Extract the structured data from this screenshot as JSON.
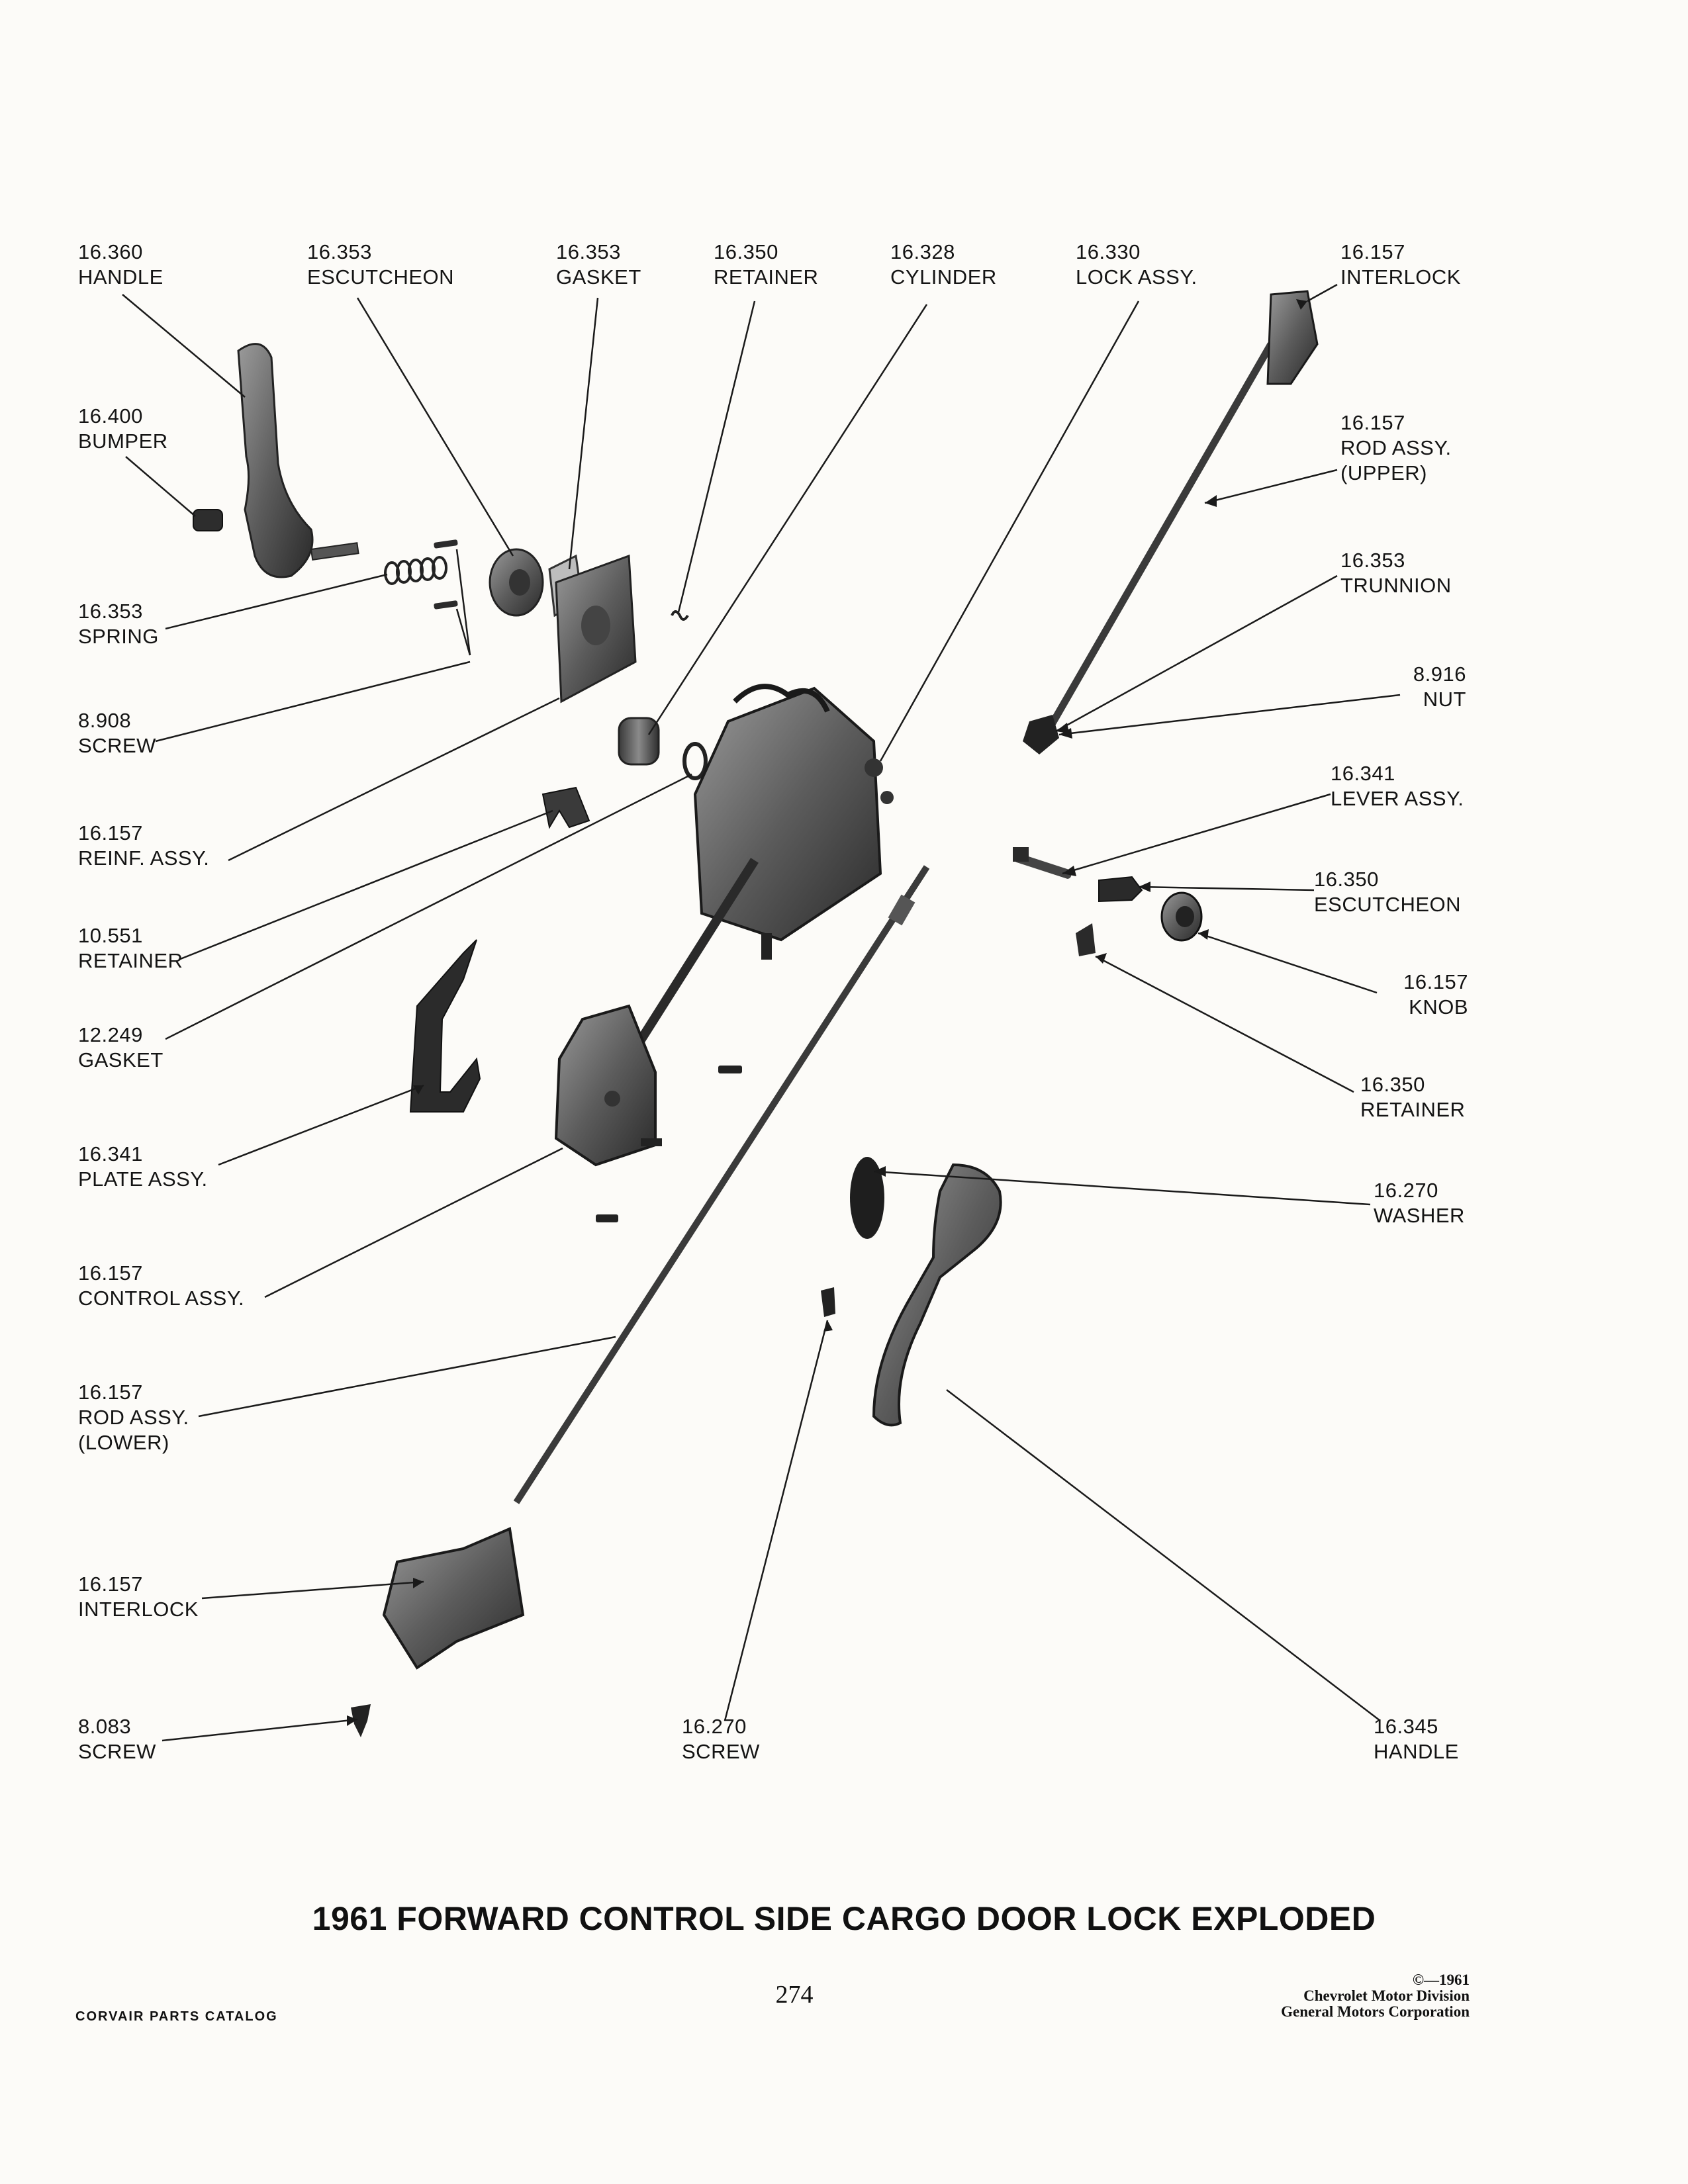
{
  "labels": [
    {
      "id": "handle-top",
      "num": "16.360",
      "name": "HANDLE"
    },
    {
      "id": "escutcheon-top",
      "num": "16.353",
      "name": "ESCUTCHEON"
    },
    {
      "id": "gasket-top",
      "num": "16.353",
      "name": "GASKET"
    },
    {
      "id": "retainer-top",
      "num": "16.350",
      "name": "RETAINER"
    },
    {
      "id": "cylinder",
      "num": "16.328",
      "name": "CYLINDER"
    },
    {
      "id": "lock-assy",
      "num": "16.330",
      "name": "LOCK ASSY."
    },
    {
      "id": "interlock-upper",
      "num": "16.157",
      "name": "INTERLOCK"
    },
    {
      "id": "bumper",
      "num": "16.400",
      "name": "BUMPER"
    },
    {
      "id": "rod-upper",
      "num": "16.157",
      "name": "ROD ASSY.",
      "extra": "(UPPER)"
    },
    {
      "id": "spring",
      "num": "16.353",
      "name": "SPRING"
    },
    {
      "id": "trunnion",
      "num": "16.353",
      "name": "TRUNNION"
    },
    {
      "id": "screw-8908",
      "num": "8.908",
      "name": "SCREW"
    },
    {
      "id": "nut",
      "num": "8.916",
      "name": "NUT"
    },
    {
      "id": "reinf-assy",
      "num": "16.157",
      "name": "REINF. ASSY."
    },
    {
      "id": "lever-assy",
      "num": "16.341",
      "name": "LEVER ASSY."
    },
    {
      "id": "retainer-10551",
      "num": "10.551",
      "name": "RETAINER"
    },
    {
      "id": "escutcheon-right",
      "num": "16.350",
      "name": "ESCUTCHEON"
    },
    {
      "id": "knob",
      "num": "16.157",
      "name": "KNOB"
    },
    {
      "id": "gasket-12249",
      "num": "12.249",
      "name": "GASKET"
    },
    {
      "id": "retainer-right",
      "num": "16.350",
      "name": "RETAINER"
    },
    {
      "id": "plate-assy",
      "num": "16.341",
      "name": "PLATE ASSY."
    },
    {
      "id": "washer",
      "num": "16.270",
      "name": "WASHER"
    },
    {
      "id": "control-assy",
      "num": "16.157",
      "name": "CONTROL ASSY."
    },
    {
      "id": "rod-lower",
      "num": "16.157",
      "name": "ROD ASSY.",
      "extra": "(LOWER)"
    },
    {
      "id": "interlock-lower",
      "num": "16.157",
      "name": "INTERLOCK"
    },
    {
      "id": "screw-8083",
      "num": "8.083",
      "name": "SCREW"
    },
    {
      "id": "screw-16270",
      "num": "16.270",
      "name": "SCREW"
    },
    {
      "id": "handle-bottom",
      "num": "16.345",
      "name": "HANDLE"
    }
  ],
  "title": "1961 FORWARD CONTROL SIDE CARGO DOOR LOCK EXPLODED",
  "page_number": "274",
  "footer_left": "CORVAIR PARTS CATALOG",
  "copyright": {
    "line1": "©—1961",
    "line2": "Chevrolet Motor Division",
    "line3": "General Motors Corporation"
  },
  "colors": {
    "ink": "#141414",
    "paper": "#fcfbf8",
    "part_dark": "#2a2a2a",
    "part_mid": "#6e6e6e"
  }
}
